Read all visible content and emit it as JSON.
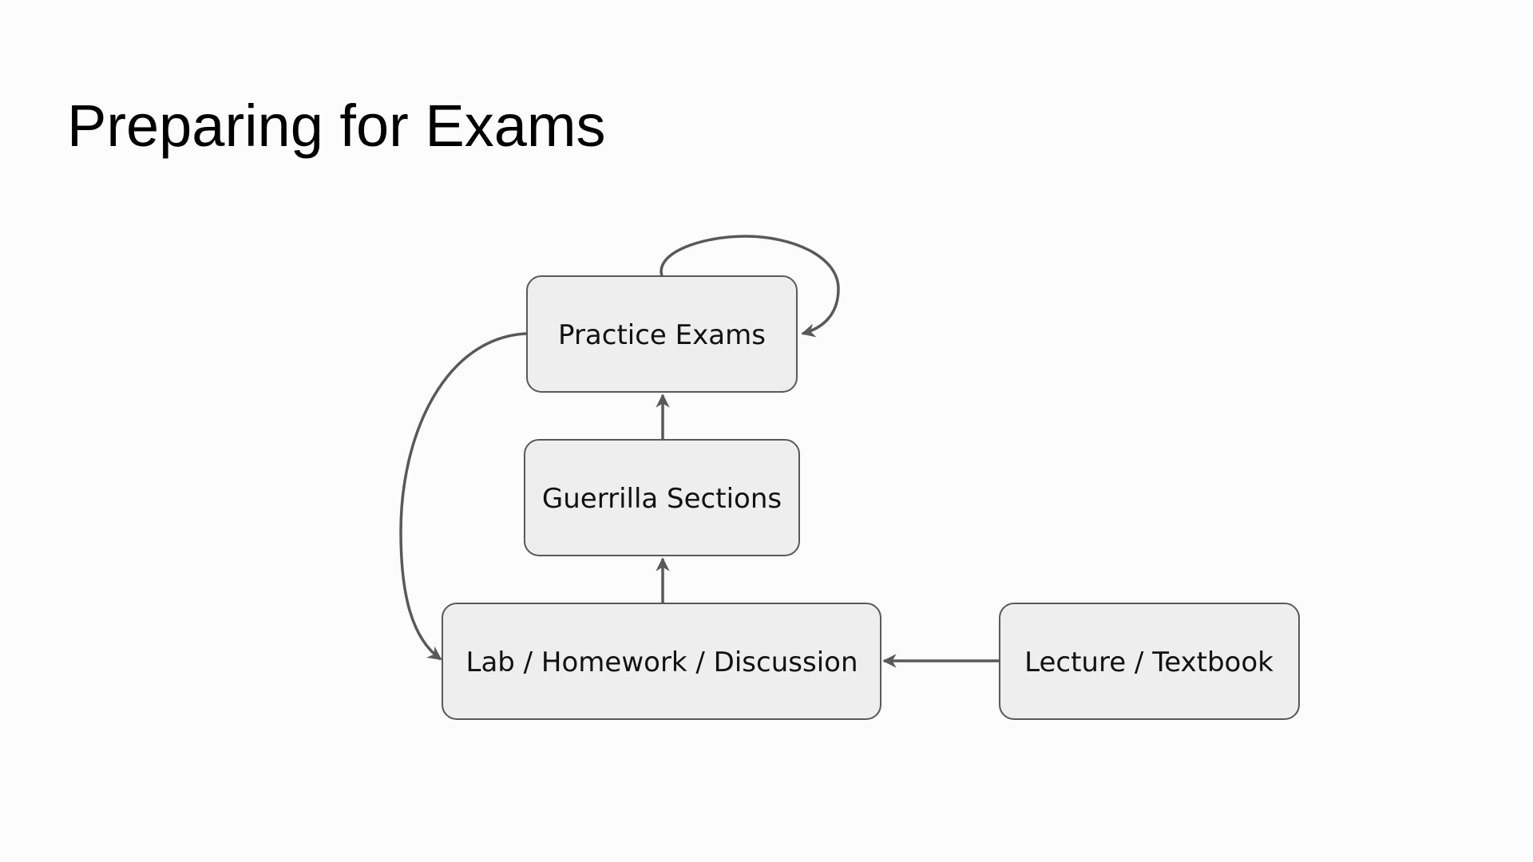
{
  "slide": {
    "title": "Preparing for Exams"
  },
  "diagram": {
    "nodes": {
      "practice_exams": "Practice Exams",
      "guerrilla_sections": "Guerrilla Sections",
      "lab_homework_discussion": "Lab / Homework / Discussion",
      "lecture_textbook": "Lecture / Textbook"
    },
    "edges": [
      {
        "from": "lecture_textbook",
        "to": "lab_homework_discussion"
      },
      {
        "from": "lab_homework_discussion",
        "to": "guerrilla_sections"
      },
      {
        "from": "guerrilla_sections",
        "to": "practice_exams"
      },
      {
        "from": "practice_exams",
        "to": "practice_exams"
      },
      {
        "from": "practice_exams",
        "to": "lab_homework_discussion"
      }
    ],
    "colors": {
      "node_fill": "#eeeeee",
      "node_stroke": "#595959",
      "edge": "#595959",
      "background": "#fcfcfc"
    }
  }
}
